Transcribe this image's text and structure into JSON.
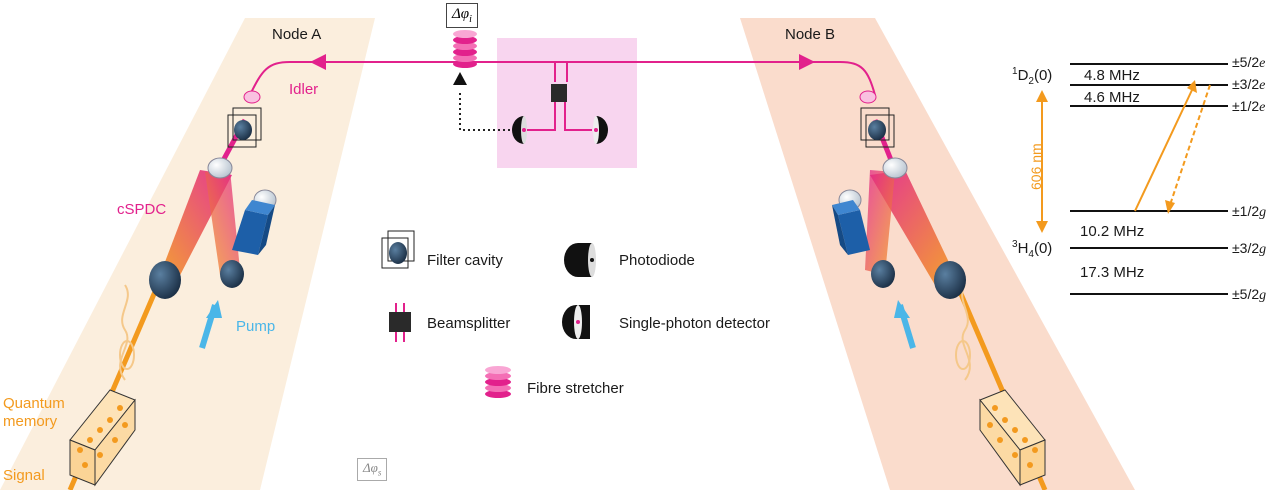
{
  "nodes": {
    "a": "Node A",
    "b": "Node B"
  },
  "beams": {
    "idler": "Idler",
    "cspdc": "cSPDC",
    "pump": "Pump",
    "quantum_memory_line1": "Quantum",
    "quantum_memory_line2": "memory",
    "signal": "Signal"
  },
  "phases": {
    "idler_base": "Δφ",
    "idler_sub": "i",
    "signal_base": "Δφ",
    "signal_sub": "s"
  },
  "legend": {
    "filter_cavity": "Filter cavity",
    "photodiode": "Photodiode",
    "beamsplitter": "Beamsplitter",
    "single_photon_detector": "Single-photon detector",
    "fibre_stretcher": "Fibre stretcher"
  },
  "levels": {
    "upper_state": {
      "sup": "1",
      "main": "D",
      "sub": "2",
      "tail": "(0)"
    },
    "lower_state": {
      "sup": "3",
      "main": "H",
      "sub": "4",
      "tail": "(0)"
    },
    "transition": "606 nm",
    "splittings": [
      "4.8 MHz",
      "4.6 MHz",
      "10.2 MHz",
      "17.3 MHz"
    ],
    "upper_mj": [
      "±5/2",
      "±3/2",
      "±1/2"
    ],
    "upper_suffix": "e",
    "lower_mj": [
      "±1/2",
      "±3/2",
      "±5/2"
    ],
    "lower_suffix": "g"
  },
  "colors": {
    "orange": "#f39a1e",
    "magenta": "#e2218c",
    "pump_blue": "#4ab6e8",
    "band_a": "#fbeedd",
    "band_b": "#fadccc",
    "central_pink": "#f8d5ef"
  }
}
